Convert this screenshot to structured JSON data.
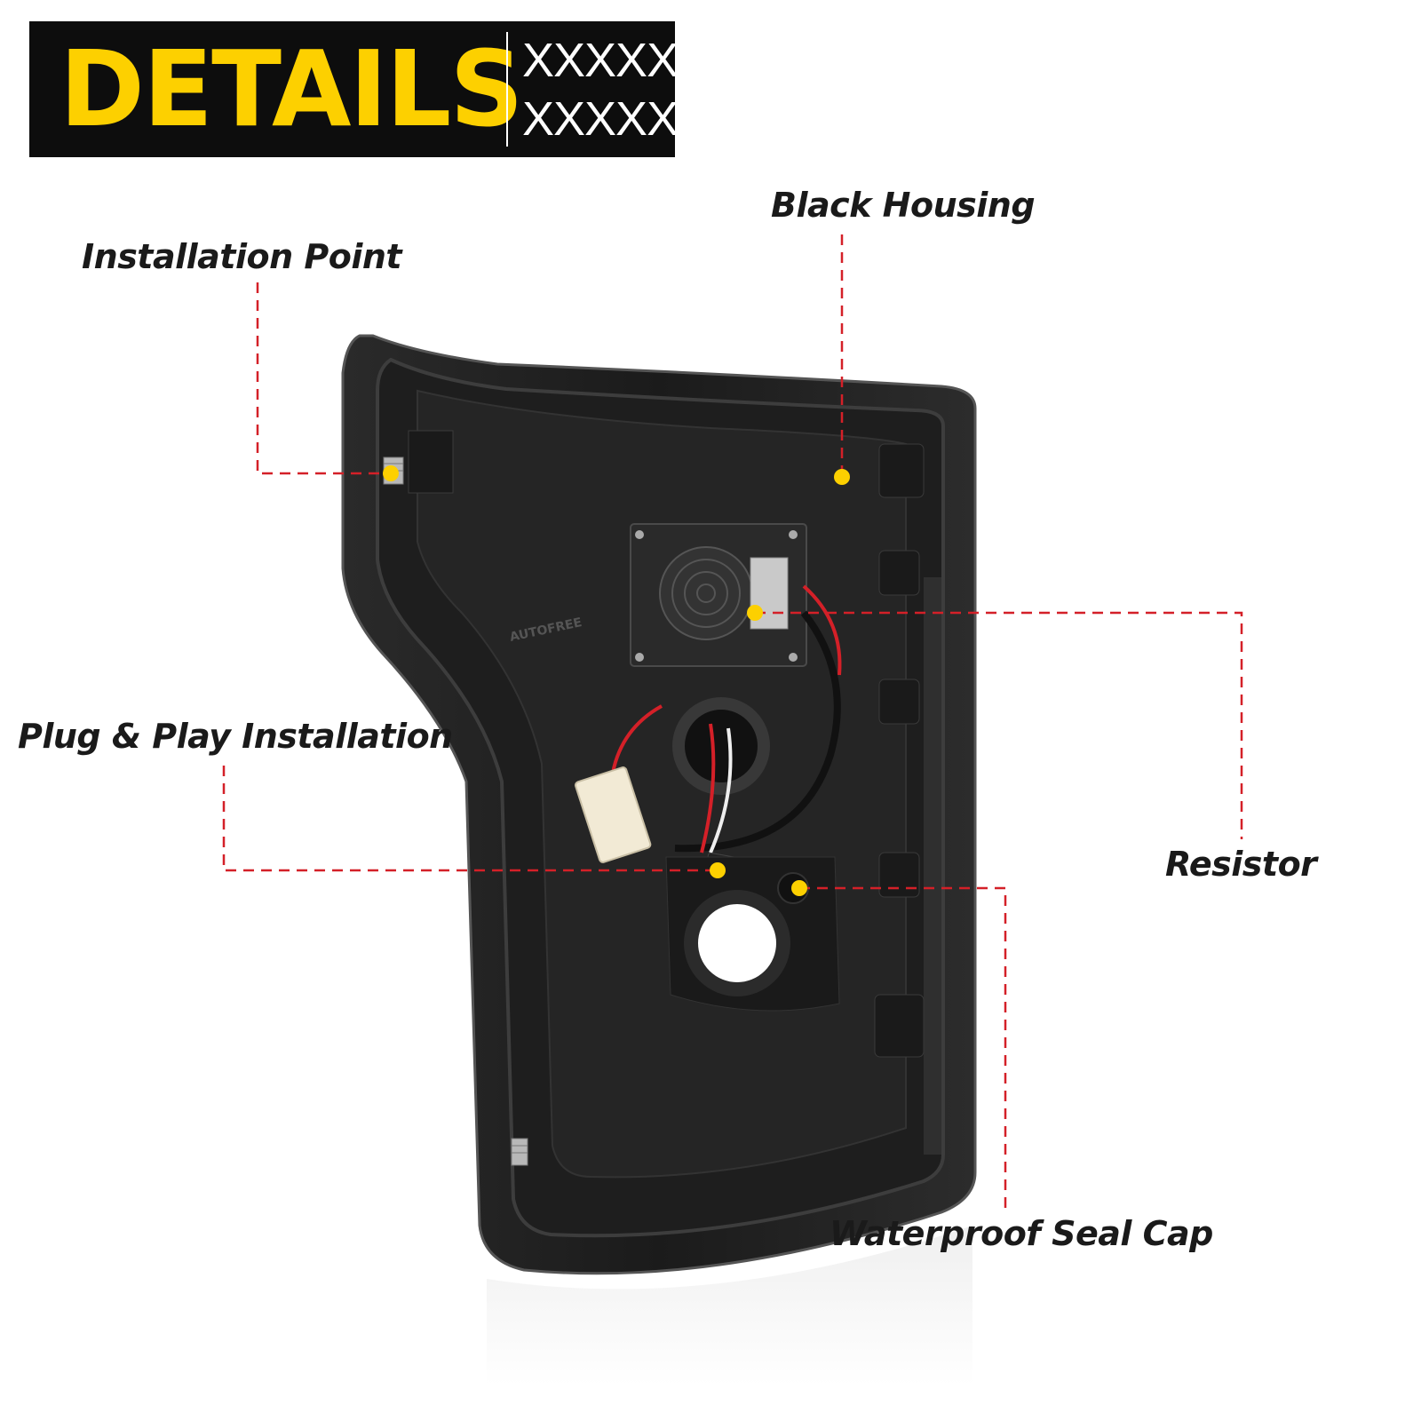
{
  "banner": {
    "title": "DETAILS",
    "code_line1": "XXXXX",
    "code_line2": "XXXXX",
    "background_color": "#0d0d0d",
    "title_color": "#fdd000"
  },
  "callouts": {
    "installation_point": "Installation Point",
    "black_housing": "Black Housing",
    "plug_play": "Plug & Play Installation",
    "resistor": "Resistor",
    "waterproof_seal_cap": "Waterproof Seal Cap"
  },
  "product": {
    "brand_mark": "AUTOFREE"
  },
  "colors": {
    "leader_line": "#d42028",
    "marker": "#fdd000"
  }
}
